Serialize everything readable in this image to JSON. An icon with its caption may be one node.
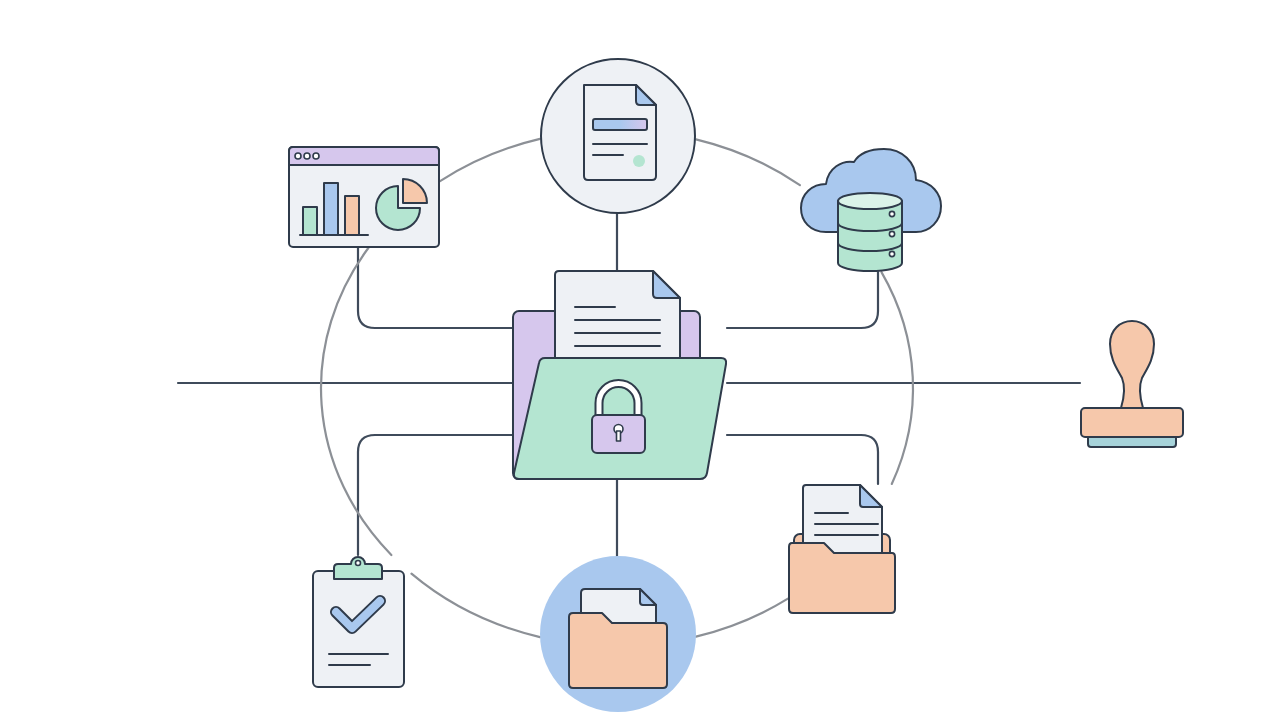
{
  "diagram": {
    "nodes": [
      {
        "text": [],
        "shape": "circle"
      },
      {
        "text": [],
        "shape": "picture"
      },
      {
        "text": [],
        "shape": "picture"
      },
      {
        "text": [],
        "shape": "picture"
      },
      {
        "text": [],
        "shape": "picture"
      },
      {
        "text": [],
        "shape": "picture"
      },
      {
        "text": [],
        "shape": "picture"
      },
      {
        "text": [],
        "shape": "circle"
      }
    ],
    "edges": [
      {
        "from": 3,
        "to": 0,
        "arrow": "none"
      },
      {
        "from": 3,
        "to": 1,
        "arrow": "none"
      },
      {
        "from": 3,
        "to": 2,
        "arrow": "none"
      },
      {
        "from": 3,
        "to": null,
        "arrow": "none"
      },
      {
        "from": 3,
        "to": 4,
        "arrow": "none"
      },
      {
        "from": 3,
        "to": 5,
        "arrow": "none"
      },
      {
        "from": 3,
        "to": 6,
        "arrow": "none"
      },
      {
        "from": 3,
        "to": 7,
        "arrow": "none"
      },
      {
        "from": 1,
        "to": 0,
        "arrow": "none",
        "color": "#8c9096"
      },
      {
        "from": 0,
        "to": 2,
        "arrow": "none",
        "color": "#8c9096"
      },
      {
        "from": 2,
        "to": 5,
        "arrow": "none",
        "color": "#8c9096"
      },
      {
        "from": 5,
        "to": 7,
        "arrow": "none",
        "color": "#8c9096"
      },
      {
        "from": 7,
        "to": 6,
        "arrow": "none",
        "color": "#8c9096"
      },
      {
        "from": 6,
        "to": 1,
        "arrow": "none",
        "color": "#8c9096"
      }
    ]
  }
}
